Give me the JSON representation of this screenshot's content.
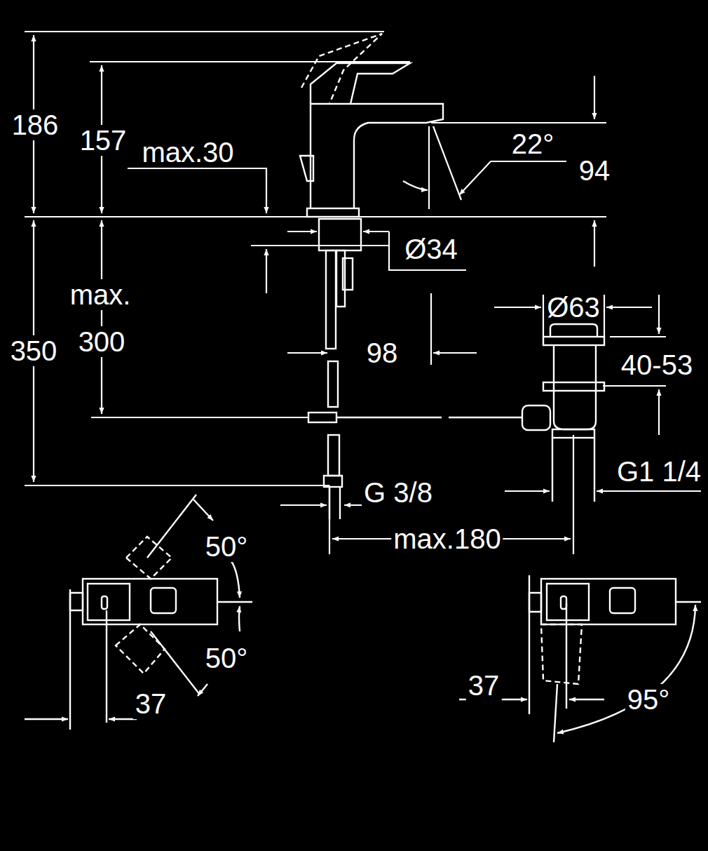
{
  "diagram": {
    "labels": [
      "186",
      "157",
      "max.30",
      "22°",
      "94",
      "Ø34",
      "max.",
      "300",
      "350",
      "98",
      "Ø63",
      "40-53",
      "G1 1/4",
      "G 3/8",
      "max.180",
      "50°",
      "50°",
      "37",
      "37",
      "95°"
    ]
  }
}
